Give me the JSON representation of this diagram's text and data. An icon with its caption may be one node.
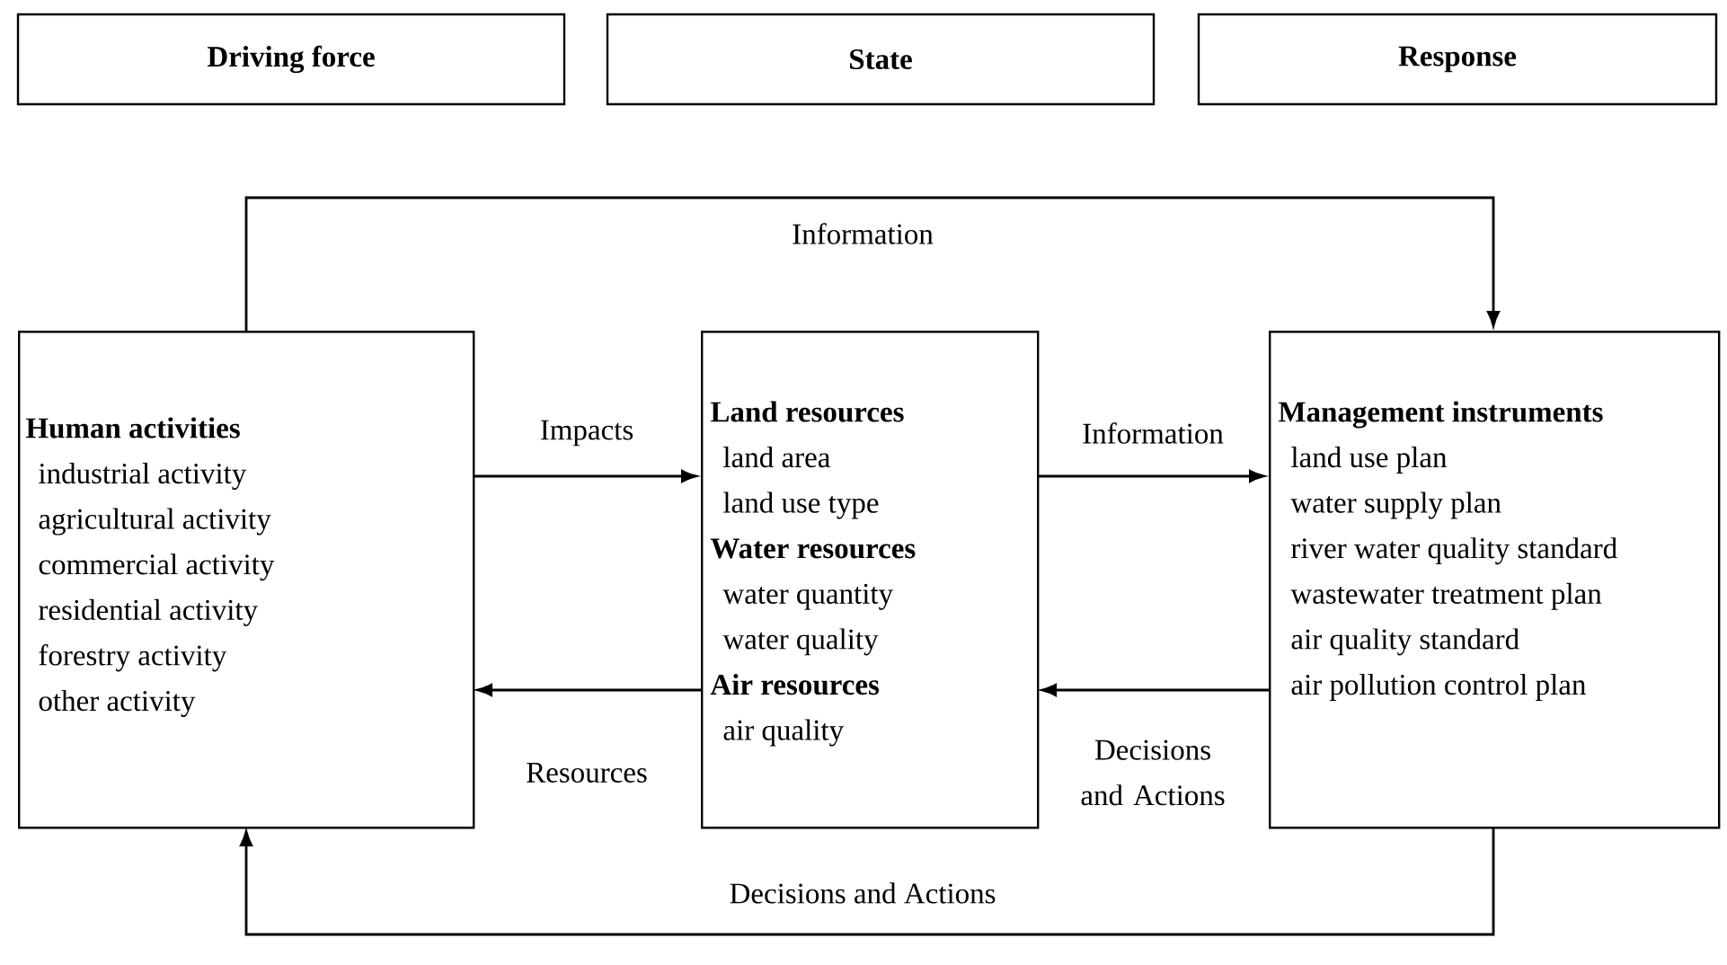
{
  "diagram": {
    "nodes": [
      {
        "text": [
          "Driving force"
        ]
      },
      {
        "text": [
          "State"
        ]
      },
      {
        "text": [
          "Response"
        ]
      },
      {
        "text": [
          "Human activities",
          "industrial activity",
          "agricultural activity",
          "commercial activity",
          "residential activity",
          "forestry activity",
          "other activity"
        ]
      },
      {
        "text": [
          "Land resources",
          "land area",
          "land use type",
          "Water resources",
          "water quantity",
          "water quality",
          "Air resources",
          "air quality"
        ]
      },
      {
        "text": [
          "Management instruments",
          "land use plan",
          "water supply plan",
          "river water quality standard",
          "wastewater treatment plan",
          "air quality standard",
          "air pollution control plan"
        ]
      }
    ],
    "edges": [
      {
        "from": 3,
        "to": 4,
        "arrow": "to",
        "label": "Impacts"
      },
      {
        "from": 4,
        "to": 3,
        "arrow": "to",
        "label": "Resources"
      },
      {
        "from": 4,
        "to": 5,
        "arrow": "to",
        "label": "Information"
      },
      {
        "from": 5,
        "to": 4,
        "arrow": "to",
        "label": "Decisions and Actions"
      },
      {
        "from": 3,
        "to": 5,
        "arrow": "to",
        "label": "Information"
      },
      {
        "from": 5,
        "to": 3,
        "arrow": "to",
        "label": "Decisions and Actions"
      }
    ]
  }
}
